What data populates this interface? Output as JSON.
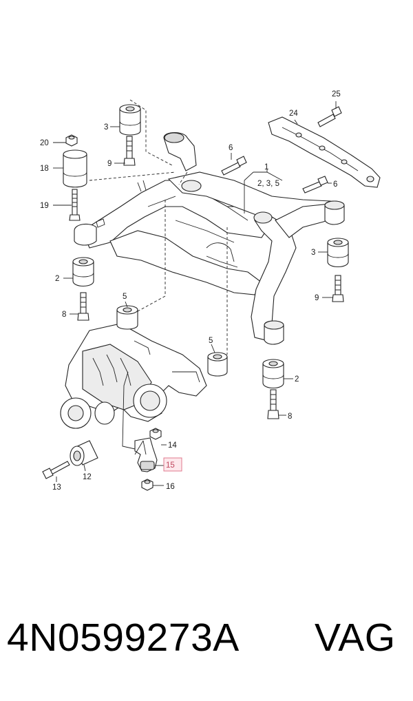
{
  "labels": {
    "l1": "1",
    "l1sub": "2, 3, 5",
    "l2a": "2",
    "l2b": "2",
    "l3a": "3",
    "l3b": "3",
    "l5a": "5",
    "l5b": "5",
    "l6a": "6",
    "l6b": "6",
    "l8a": "8",
    "l8b": "8",
    "l9a": "9",
    "l9b": "9",
    "l12": "12",
    "l13": "13",
    "l14": "14",
    "l15": "15",
    "l16": "16",
    "l18": "18",
    "l19": "19",
    "l20": "20",
    "l24": "24",
    "l25": "25"
  },
  "highlighted_part": "15",
  "caption": {
    "part_number": "4N0599273A",
    "brand": "VAG"
  },
  "colors": {
    "line": "#222222",
    "highlight_fill": "#fde8ec",
    "highlight_stroke": "#e07a8e"
  }
}
